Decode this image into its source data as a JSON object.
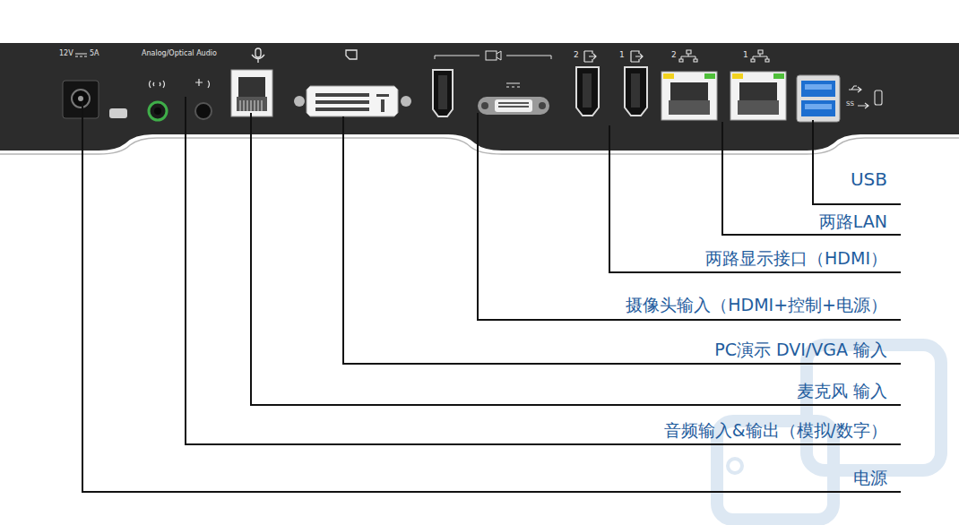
{
  "diagram": {
    "labels": [
      "12V",
      "5A",
      "Analog/Optical Audio",
      "2",
      "1",
      "2",
      "1",
      "SS",
      "USB",
      "两路LAN",
      "两路显示接口（HDMI）",
      "摄像头输入（HDMI+控制+电源）",
      "PC演示 DVI/VGA 输入",
      "麦克风 输入",
      "音频输入&输出（模拟/数字）",
      "电源"
    ]
  }
}
